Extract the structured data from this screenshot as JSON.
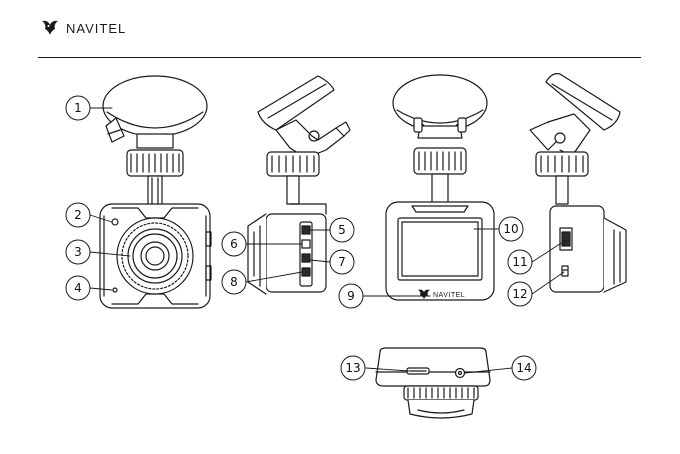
{
  "header": {
    "brand": "NAVITEL",
    "logo_icon": "navitel-eagle-logo-icon"
  },
  "callouts": [
    "1",
    "2",
    "3",
    "4",
    "5",
    "6",
    "7",
    "8",
    "9",
    "10",
    "11",
    "12",
    "13",
    "14"
  ],
  "screen_brand": "NAVITEL",
  "colors": {
    "line": "#1a1a1a",
    "fill": "#ffffff",
    "dark": "#2b2b2b"
  }
}
